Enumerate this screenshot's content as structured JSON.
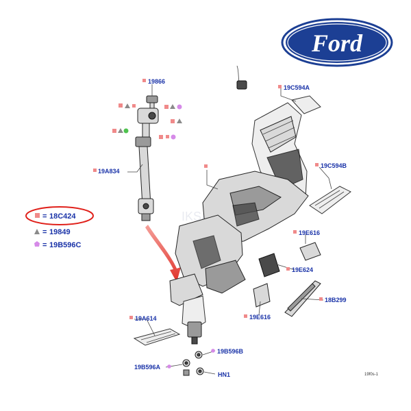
{
  "brand": {
    "logo_text": "Ford",
    "color": "#1c3f94"
  },
  "watermark": "IKSANLMA",
  "legend": {
    "items": [
      {
        "label": "18C424",
        "shape": "square",
        "color": "#f08a8a",
        "highlighted": true
      },
      {
        "label": "19849",
        "shape": "triangle",
        "color": "#8a8a8a",
        "highlighted": false
      },
      {
        "label": "19B596C",
        "shape": "pentagon",
        "color": "#d68ae8",
        "highlighted": false
      }
    ],
    "separator": "="
  },
  "parts": {
    "p19866": "19866",
    "p19A834": "19A834",
    "p19C594A": "19C594A",
    "p19C594B": "19C594B",
    "p19E616_top": "19E616",
    "p19E624": "19E624",
    "p18B299": "18B299",
    "p19E616_bottom": "19E616",
    "p19A614": "19A614",
    "p19B596B": "19B596B",
    "p19B596A": "19B596A",
    "pHN1": "HN1"
  },
  "footer_note": "19f0s-1",
  "colors": {
    "label_blue": "#1a33a8",
    "highlight_red": "#e0201a",
    "arrow_red": "#e0322a"
  }
}
